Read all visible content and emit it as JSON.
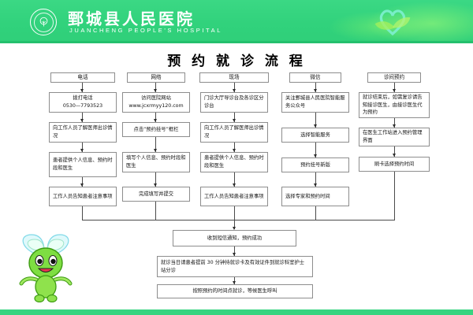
{
  "header": {
    "hospital_name": "鄄城县人民医院",
    "hospital_name_en": "JUANCHENG PEOPLE'S HOSPITAL",
    "logo_icon": "tree-in-circle-logo-icon",
    "decoration_icon": "heart-with-wings-icon",
    "band_color": "#31d27c"
  },
  "title": "预 约 就 诊 流 程",
  "columns": [
    {
      "header": "电话",
      "steps": [
        "拨打电话\n0530—7793523",
        "向工作人员了解医师出诊情况",
        "患者提供个人信息、预约时段和医生",
        "工作人员告知患者注意事项"
      ]
    },
    {
      "header": "网络",
      "steps": [
        "访问医院网站\nwww.jcxrmyy120.com",
        "点击“预约挂号”框栏",
        "填写个人信息、预约时段和医生",
        "完成填写并提交"
      ]
    },
    {
      "header": "现场",
      "steps": [
        "门诊大厅导诊台及各诊区分诊台",
        "向工作人员了解医师出诊情况",
        "患者提供个人信息、预约时段和医生",
        "工作人员告知患者注意事项"
      ]
    },
    {
      "header": "微信",
      "steps": [
        "关注鄄城县人民医院智能服务公众号",
        "选择智能服务",
        "预约挂号新版",
        "选择专家和预约时间"
      ]
    },
    {
      "header": "诊间预约",
      "steps": [
        "就诊结束后，如需复诊请告知接诊医生，由接诊医生代为预约",
        "在医生工作站进入预约管理界面",
        "刷卡选择预约时间"
      ]
    }
  ],
  "bottom_steps": [
    "收到短信通知，预约成功",
    "就诊当日请患者提前 30 分钟持就诊卡及有效证件到就诊科室护士站分诊",
    "按照预约的时间点就诊，等候医生呼叫"
  ],
  "mascot": {
    "icon": "green-mascot-character-icon"
  },
  "colors": {
    "brand_green": "#31d27c",
    "box_border": "#8d8d8d",
    "line": "#4a4a4a",
    "text": "#111111"
  }
}
